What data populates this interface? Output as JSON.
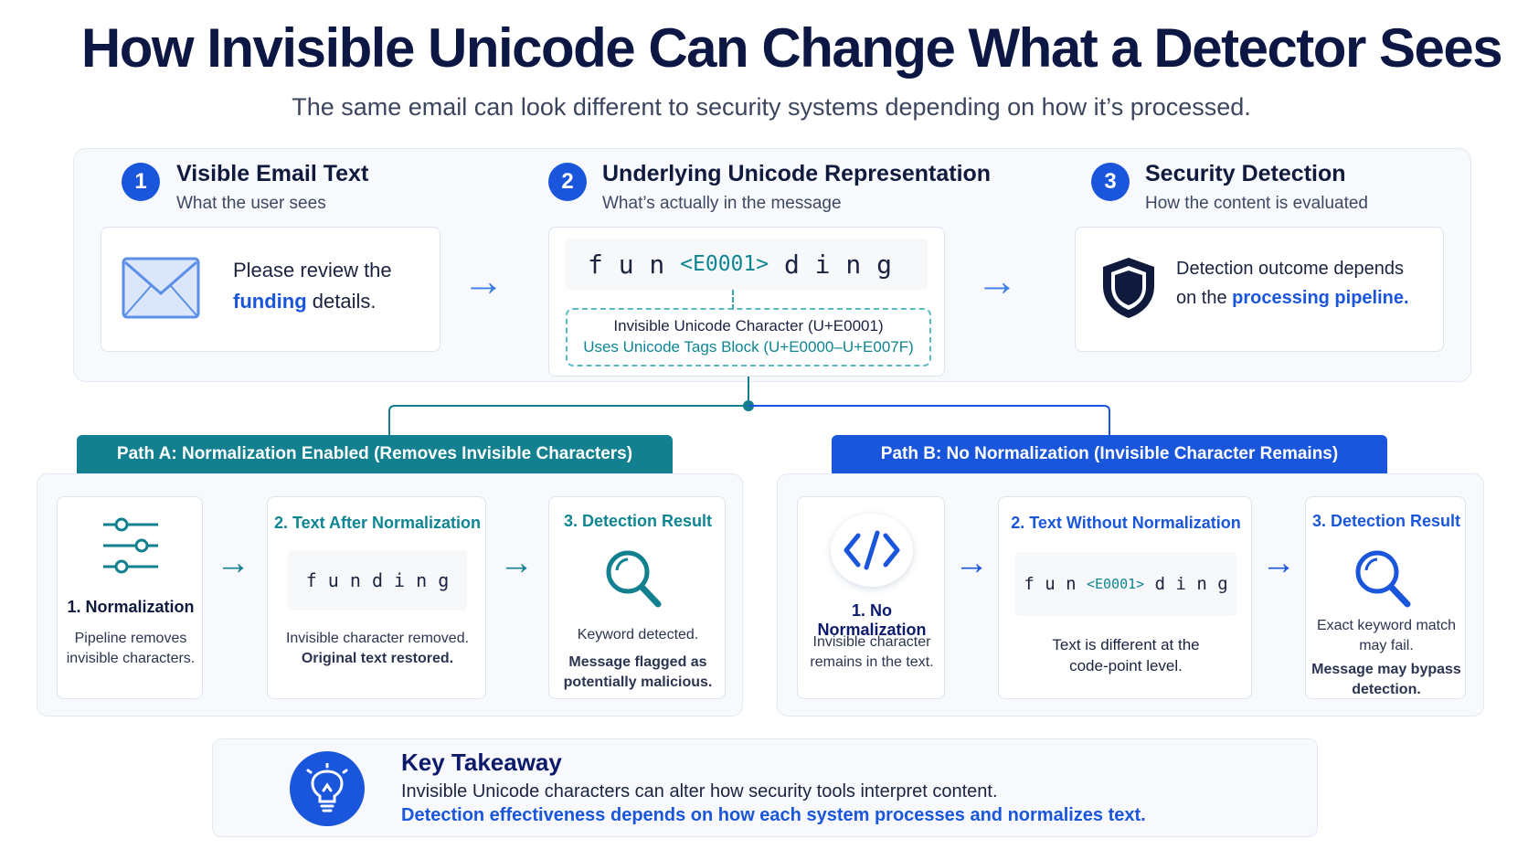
{
  "title": "How Invisible Unicode Can Change What a Detector Sees",
  "subtitle": "The same email can look different to security systems depending on how it’s processed.",
  "steps": [
    {
      "num": "1",
      "title": "Visible Email Text",
      "sub": "What the user sees"
    },
    {
      "num": "2",
      "title": "Underlying Unicode Representation",
      "sub": "What’s actually in the message"
    },
    {
      "num": "3",
      "title": "Security Detection",
      "sub": "How the content is evaluated"
    }
  ],
  "email": {
    "line1": "Please review the",
    "keyword": "funding",
    "line2_rest": " details."
  },
  "unicode": {
    "before": "f u n ",
    "tag": "<E0001>",
    "after": " d i n g",
    "note1": "Invisible Unicode Character (U+E0001)",
    "note2": "Uses Unicode Tags Block (U+E0000–U+E007F)"
  },
  "detection": {
    "line1": "Detection outcome depends",
    "line2_prefix": "on the ",
    "line2_highlight": "processing pipeline."
  },
  "arrow_glyph": "→",
  "path_a": {
    "header": "Path A: Normalization Enabled (Removes Invisible Characters)",
    "card1": {
      "title": "1. Normalization",
      "text1": "Pipeline removes",
      "text2": "invisible characters."
    },
    "card2": {
      "title": "2. Text After Normalization",
      "code": "f u n d i n g",
      "text1": "Invisible character removed.",
      "text2": "Original text restored."
    },
    "card3": {
      "title": "3. Detection Result",
      "text1": "Keyword detected.",
      "text2": "Message flagged as",
      "text3": "potentially malicious."
    }
  },
  "path_b": {
    "header": "Path B: No Normalization (Invisible Character Remains)",
    "card1": {
      "title": "1. No Normalization",
      "text1": "Invisible character",
      "text2": "remains in the text."
    },
    "card2": {
      "title": "2. Text Without Normalization",
      "code_before": "f u n ",
      "code_tag": "<E0001>",
      "code_after": " d i n g",
      "text1": "Text is different at the",
      "text2": "code-point level."
    },
    "card3": {
      "title": "3. Detection Result",
      "text1": "Exact keyword match",
      "text2": "may fail.",
      "text3": "Message may bypass",
      "text4": "detection."
    }
  },
  "takeaway": {
    "title": "Key Takeaway",
    "line1": "Invisible Unicode characters can alter how security tools interpret content.",
    "line2": "Detection effectiveness depends on how each system processes and normalizes text."
  },
  "colors": {
    "blue": "#1a56db",
    "teal": "#0e8593",
    "navy": "#0c1743",
    "arrow": "#3a7ee6"
  },
  "icons": [
    "envelope-icon",
    "shield-icon",
    "sliders-icon",
    "search-icon",
    "code-icon",
    "lightbulb-icon"
  ]
}
